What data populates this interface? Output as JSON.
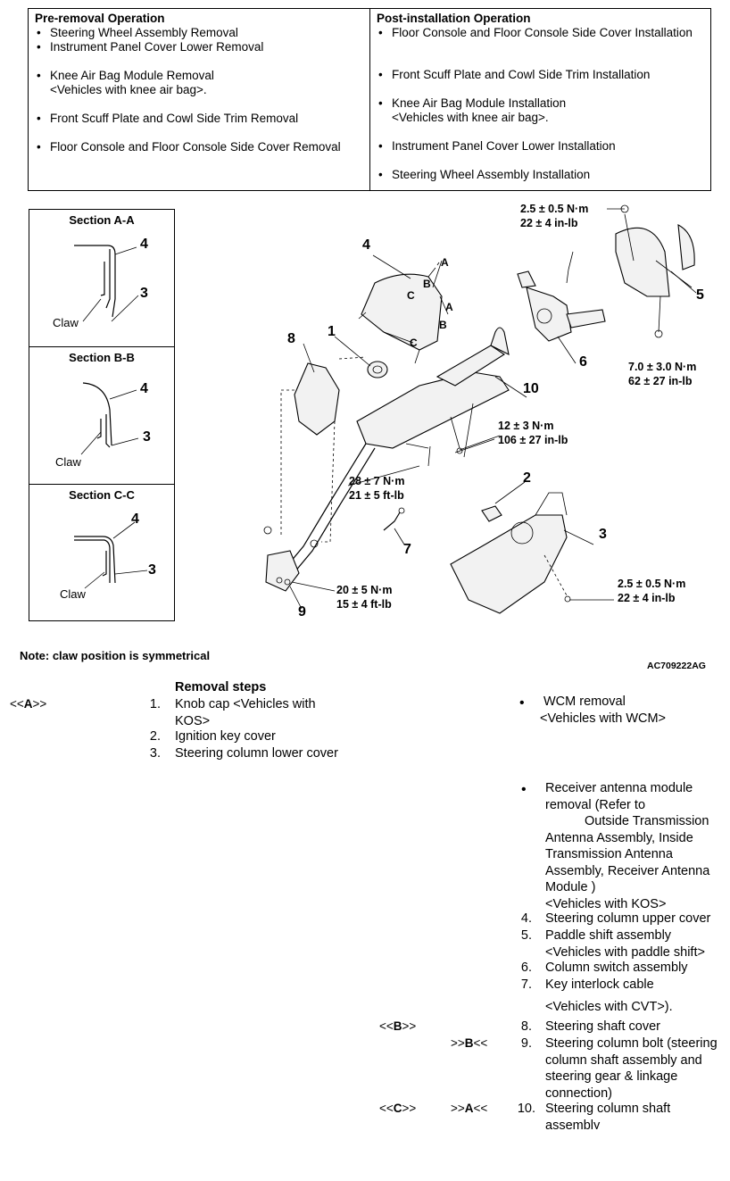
{
  "pre_removal": {
    "heading": "Pre-removal Operation",
    "items": [
      "Steering Wheel Assembly Removal",
      "Instrument Panel Cover Lower Removal",
      "Knee Air Bag Module Removal",
      "<Vehicles with knee air bag>.",
      "Front Scuff Plate and Cowl Side Trim Removal",
      "Floor Console and Floor Console Side Cover Removal"
    ]
  },
  "post_installation": {
    "heading": "Post-installation Operation",
    "items": [
      "Floor Console and Floor Console Side Cover Installation",
      "Front Scuff Plate and Cowl Side Trim Installation",
      "Knee Air Bag Module Installation",
      "<Vehicles with knee air bag>.",
      "Instrument Panel Cover Lower Installation",
      "Steering Wheel Assembly Installation"
    ]
  },
  "sections": [
    {
      "title": "Section A-A",
      "upper": "4",
      "lower": "3",
      "claw": "Claw"
    },
    {
      "title": "Section B-B",
      "upper": "4",
      "lower": "3",
      "claw": "Claw"
    },
    {
      "title": "Section C-C",
      "upper": "4",
      "lower": "3",
      "claw": "Claw"
    }
  ],
  "torques": {
    "t1": [
      "2.5 ± 0.5 N·m",
      "22 ± 4 in-lb"
    ],
    "t2": [
      "7.0 ± 3.0 N·m",
      "62 ± 27 in-lb"
    ],
    "t3": [
      "12 ± 3 N·m",
      "106 ± 27 in-lb"
    ],
    "t4": [
      "28 ± 7 N·m",
      "21 ± 5 ft-lb"
    ],
    "t5": [
      "20 ± 5 N·m",
      "15 ± 4 ft-lb"
    ],
    "t6": [
      "2.5 ± 0.5 N·m",
      "22 ± 4 in-lb"
    ]
  },
  "callouts": {
    "c1": "1",
    "c2": "2",
    "c3": "3",
    "c4": "4",
    "c5": "5",
    "c6": "6",
    "c7": "7",
    "c8": "8",
    "c9": "9",
    "c10": "10"
  },
  "section_marks": {
    "a": "A",
    "b": "B",
    "c": "C"
  },
  "note": "Note: claw position is symmetrical",
  "figure_id": "AC709222AG",
  "removal": {
    "heading": "Removal steps",
    "left_items": [
      {
        "num": "1.",
        "lines": [
          "Knob cap <Vehicles with",
          "KOS>"
        ]
      },
      {
        "num": "2.",
        "lines": [
          "Ignition key cover"
        ]
      },
      {
        "num": "3.",
        "lines": [
          "Steering column lower cover"
        ]
      }
    ],
    "wcm": [
      "WCM removal",
      "<Vehicles with  WCM>"
    ],
    "receiver": [
      "Receiver antenna module",
      "removal (Refer to",
      "Outside Transmission",
      "Antenna Assembly, Inside",
      "Transmission Antenna",
      "Assembly, Receiver Antenna",
      "Module  )",
      "<Vehicles with KOS>"
    ],
    "right_items": [
      {
        "num": "4.",
        "lines": [
          "Steering column upper cover"
        ]
      },
      {
        "num": "5.",
        "lines": [
          "Paddle shift assembly",
          "<Vehicles with paddle shift>"
        ]
      },
      {
        "num": "6.",
        "lines": [
          "Column switch assembly"
        ]
      },
      {
        "num": "7.",
        "lines": [
          "Key interlock cable"
        ]
      },
      {
        "num": "",
        "lines": [
          "<Vehicles with  CVT>)."
        ]
      },
      {
        "num": "8.",
        "lines": [
          "Steering shaft cover"
        ]
      },
      {
        "num": "9.",
        "lines": [
          "Steering column bolt (steering",
          "column shaft assembly and",
          "steering gear & linkage",
          "connection)"
        ]
      },
      {
        "num": "10.",
        "lines": [
          "Steering column shaft",
          "assembly"
        ]
      }
    ],
    "markers": {
      "m_a_left": {
        "pre": "<<",
        "letter": "A",
        "post": ">>"
      },
      "m_b_left": {
        "pre": "<<",
        "letter": "B",
        "post": ">>"
      },
      "m_b_right": {
        "pre": ">>",
        "letter": "B",
        "post": "<<"
      },
      "m_c_left": {
        "pre": "<<",
        "letter": "C",
        "post": ">>"
      },
      "m_a_right": {
        "pre": ">>",
        "letter": "A",
        "post": "<<"
      }
    }
  }
}
